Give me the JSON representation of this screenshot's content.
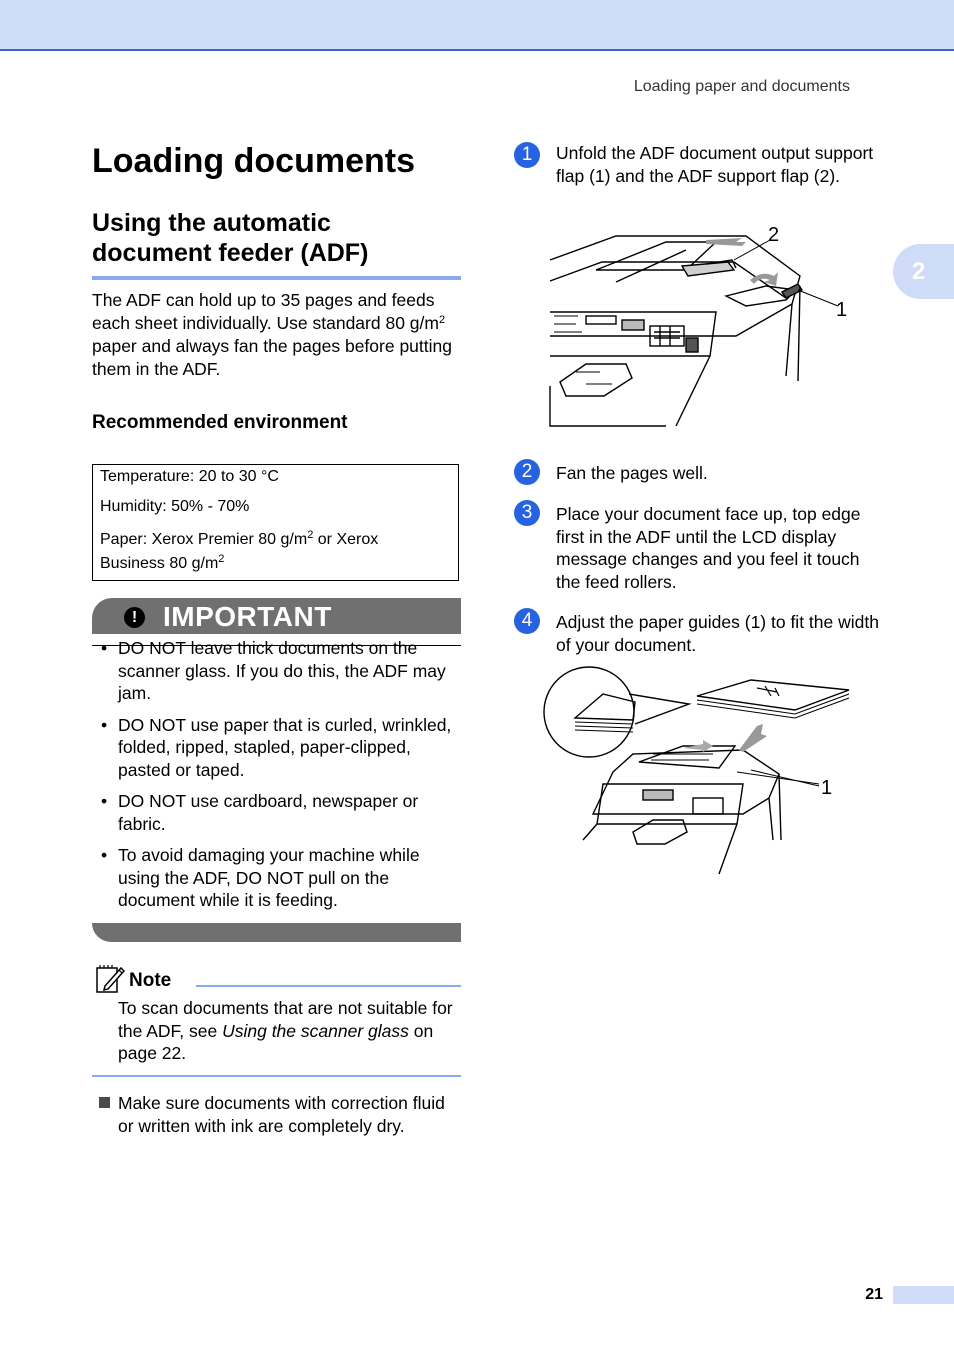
{
  "header": {
    "running_head": "Loading paper and documents",
    "chapter_tab": "2"
  },
  "page_title": "Loading documents",
  "section": {
    "title_line1": "Using the automatic",
    "title_line2": "document feeder (ADF)",
    "intro_part1": "The ADF can hold up to 35 pages and feeds each sheet individually. Use standard 80 g/m",
    "intro_sup": "2",
    "intro_part2": " paper and always fan the pages before putting them in the ADF."
  },
  "environment": {
    "heading": "Recommended environment",
    "temperature": "Temperature: 20 to 30 °C",
    "humidity": "Humidity: 50% - 70%",
    "paper_part1": "Paper: Xerox Premier 80 g/m",
    "paper_sup1": "2",
    "paper_part2": " or Xerox",
    "paper_part3": "Business 80 g/m",
    "paper_sup2": "2"
  },
  "important": {
    "icon_glyph": "!",
    "title": "IMPORTANT",
    "items": [
      "DO NOT leave thick documents on the scanner glass. If you do this, the ADF may jam.",
      "DO NOT use paper that is curled, wrinkled, folded, ripped, stapled, paper-clipped, pasted or taped.",
      "DO NOT use cardboard, newspaper or fabric.",
      "To avoid damaging your machine while using the ADF, DO NOT pull on the document while it is feeding."
    ]
  },
  "note": {
    "icon": "note-pencil-icon",
    "title": "Note",
    "text_part1": "To scan documents that are not suitable for the ADF, see ",
    "text_italic": "Using the scanner glass",
    "text_part2": " on page 22."
  },
  "bullet_square": "Make sure documents with correction fluid or written with ink are completely dry.",
  "steps": [
    {
      "num": "1",
      "text": "Unfold the ADF document output support flap (1) and the ADF support flap (2)."
    },
    {
      "num": "2",
      "text": "Fan the pages well."
    },
    {
      "num": "3",
      "text": "Place your document face up, top edge first in the ADF until the LCD display message changes and you feel it touch the feed rollers."
    },
    {
      "num": "4",
      "text": "Adjust the paper guides (1) to fit the width of your document."
    }
  ],
  "illustrations": {
    "adf_flaps": {
      "callout_1": "1",
      "callout_2": "2"
    },
    "paper_guides": {
      "callout_1": "1"
    }
  },
  "footer": {
    "page_number": "21"
  },
  "colors": {
    "accent_blue": "#2763e0",
    "light_blue_bar": "#cfdcf8",
    "rule_blue": "#8aaaf0",
    "important_gray": "#707070"
  }
}
